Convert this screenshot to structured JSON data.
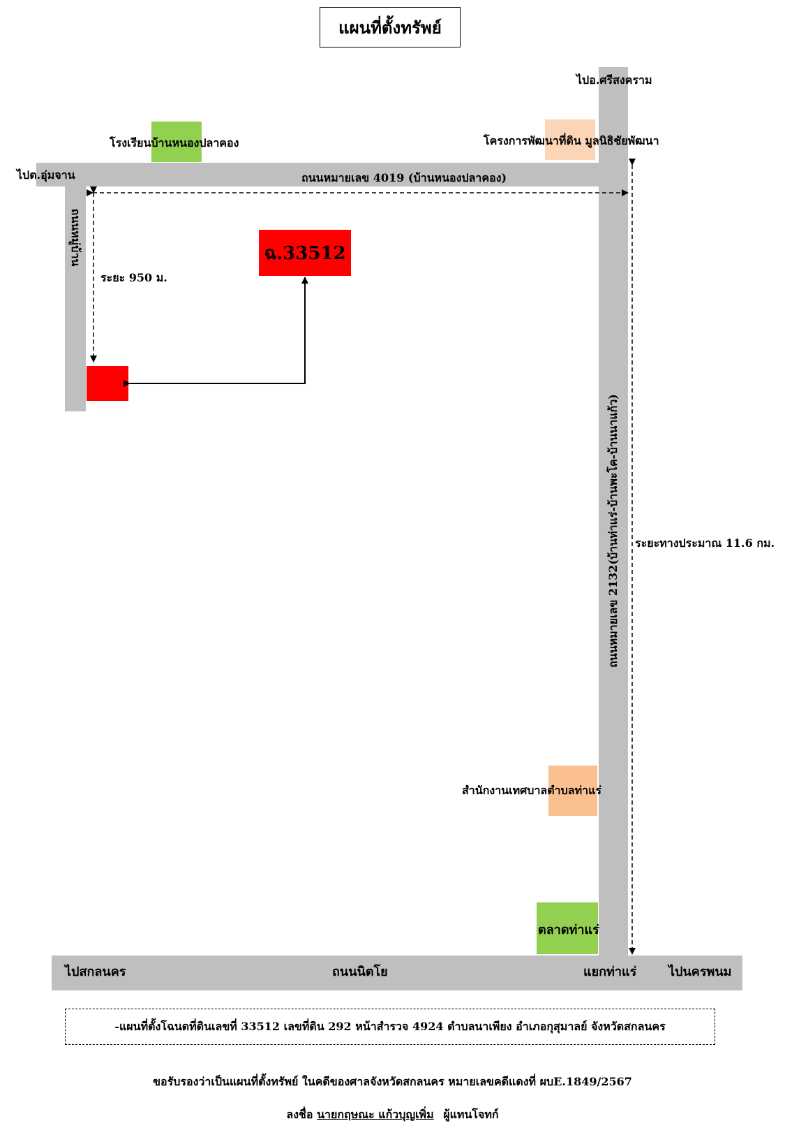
{
  "title": "แผนที่ตั้งทรัพย์",
  "map": {
    "to_si_songkhram": "ไปอ.ศรีสงคราม",
    "school_label": "โรงเรียนบ้านหนองปลาคอง",
    "project_label": "โครงการพัฒนาที่ดิน มูลนิธิชัยพัฒนา",
    "to_um_chan": "ไปต.อุ่มจาน",
    "road_4019": "ถนนหมายเลข 4019 (บ้านหนองปลาคอง)",
    "village_road": "ถนนหมู่บ้าน",
    "distance_950": "ระยะ 950 ม.",
    "deed_label": "ฉ.33512",
    "road_2132": "ถนนหมายเลข 2132(บ้านท่าแร่-บ้านพะโค-บ้านนาแก้ว)",
    "distance_11_6": "ระยะทางประมาณ 11.6 กม.",
    "municipality_label": "สำนักงานเทศบาลตำบลท่าแร่",
    "market_label": "ตลาดท่าแร่",
    "to_sakon": "ไปสกลนคร",
    "nittayo_road": "ถนนนิตโย",
    "tha_rae_junction": "แยกท่าแร่",
    "to_nakhon_phanom": "ไปนครพนม",
    "colors": {
      "road": "#bfbfbf",
      "property": "#ff0000",
      "school": "#92d050",
      "project": "#fbd5b5",
      "municipality": "#fac090",
      "market": "#92d050"
    }
  },
  "description": "-แผนที่ตั้งโฉนดที่ดินเลขที่  33512  เลขที่ดิน  292  หน้าสำรวจ  4924  ตำบลนาเพียง  อำเภอกุสุมาลย์  จังหวัดสกลนคร",
  "certification": "ขอรับรองว่าเป็นแผนที่ตั้งทรัพย์  ในคดีของศาลจังหวัดสกลนคร หมายเลขคดีแดงที่ ผบE.1849/2567",
  "signature": {
    "prefix": "ลงชื่อ",
    "name": "นายกฤษณะ  แก้วบุญเพิ่ม",
    "role": "ผู้แทนโจทก์"
  }
}
